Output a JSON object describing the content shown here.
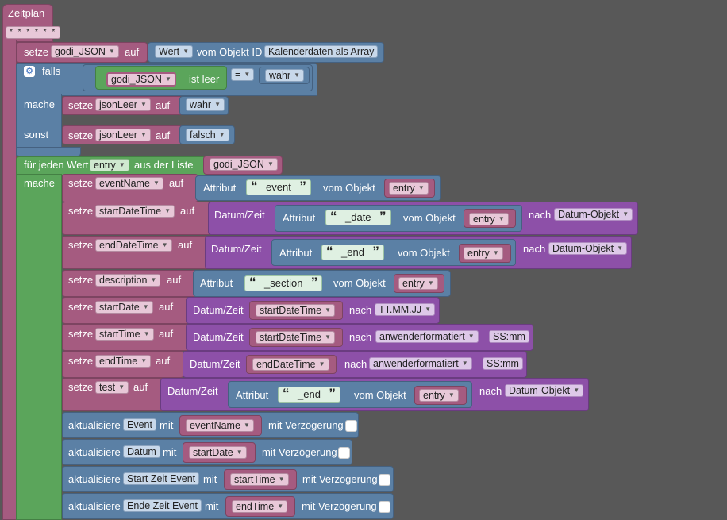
{
  "hat": {
    "title": "Zeitplan",
    "cron": "* * * * * *"
  },
  "setze": "setze",
  "auf": "auf",
  "mit": "mit",
  "mache": "mache",
  "sonst": "sonst",
  "falls": "falls",
  "ist_leer": "ist leer",
  "vom_objekt": "vom Objekt",
  "vom_objekt_id": "vom Objekt ID",
  "attribut": "Attribut",
  "nach": "nach",
  "datum_zeit": "Datum/Zeit",
  "aktualisiere": "aktualisiere",
  "mit_verzoegerung": "mit Verzögerung",
  "foreach": {
    "label1": "für jeden Wert",
    "var": "entry",
    "label2": "aus der Liste",
    "list": "godi_JSON"
  },
  "row1": {
    "var": "godi_JSON",
    "value_dd": "Wert",
    "object_id": "Kalenderdaten als Array"
  },
  "if_block": {
    "var": "godi_JSON",
    "op": "=",
    "bool": "wahr"
  },
  "then_set": {
    "var": "jsonLeer",
    "value": "wahr"
  },
  "else_set": {
    "var": "jsonLeer",
    "value": "falsch"
  },
  "loop": [
    {
      "var": "eventName",
      "attr": "event"
    },
    {
      "var": "startDateTime",
      "attr": "_date",
      "format": "Datum-Objekt"
    },
    {
      "var": "endDateTime",
      "attr": "_end",
      "format": "Datum-Objekt"
    },
    {
      "var": "description",
      "attr": "_section"
    },
    {
      "var": "startDate",
      "src": "startDateTime",
      "format": "TT.MM.JJ"
    },
    {
      "var": "startTime",
      "src": "startDateTime",
      "format": "anwenderformatiert",
      "custom": "SS:mm"
    },
    {
      "var": "endTime",
      "src": "endDateTime",
      "format": "anwenderformatiert",
      "custom": "SS:mm"
    },
    {
      "var": "test",
      "attr": "_end",
      "format": "Datum-Objekt"
    }
  ],
  "obj_entry": "entry",
  "updates": [
    {
      "state": "Event",
      "var": "eventName"
    },
    {
      "state": "Datum",
      "var": "startDate"
    },
    {
      "state": "Start Zeit Event",
      "var": "startTime"
    },
    {
      "state": "Ende Zeit Event",
      "var": "endTime"
    }
  ]
}
